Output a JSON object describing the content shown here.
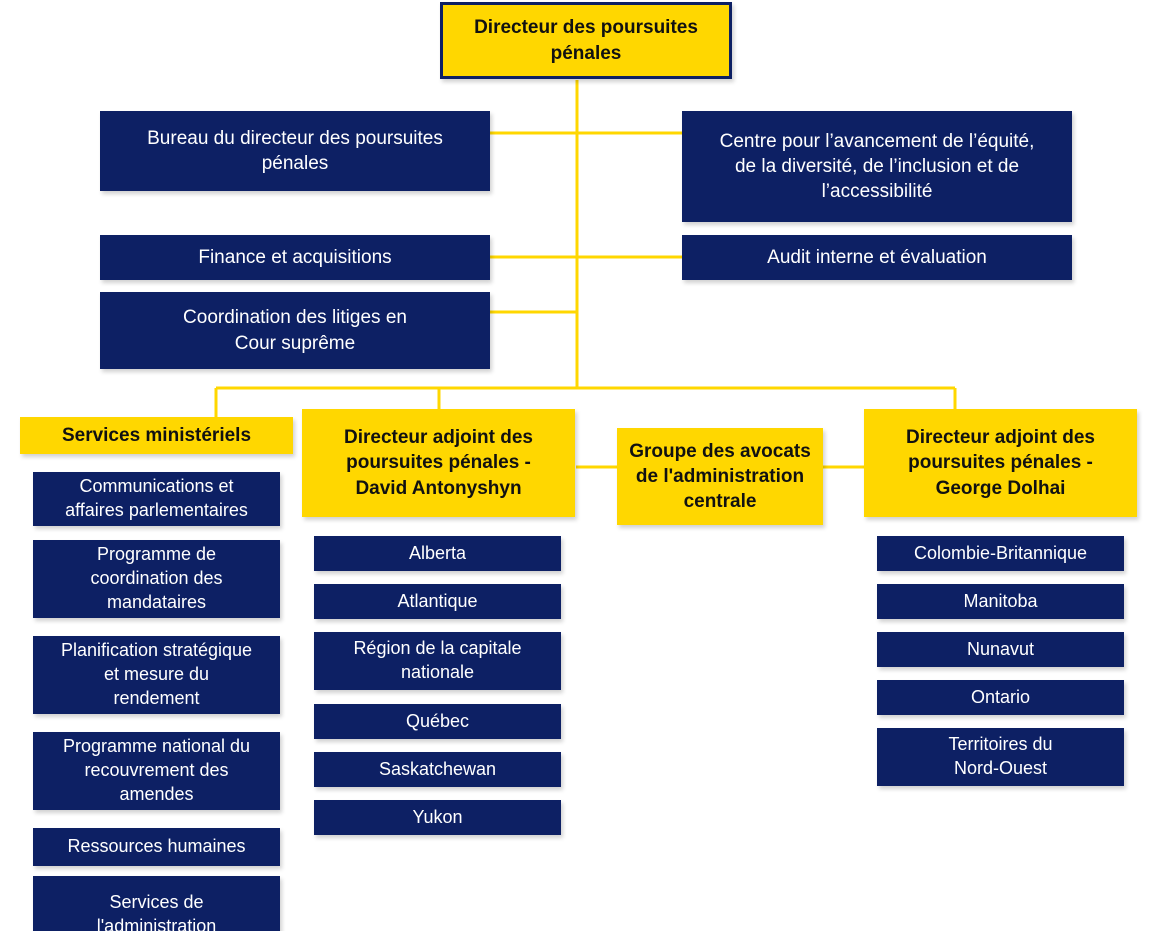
{
  "theme": {
    "navy": "#0d2064",
    "yellow": "#ffd700",
    "connector": "#ffd700",
    "navy_text": "#ffffff",
    "yellow_text": "#111111",
    "background": "#ffffff"
  },
  "chart_title": "Directeur des poursuites pénales",
  "root": {
    "label": "Directeur des poursuites\npénales"
  },
  "staff_left": [
    {
      "label": "Bureau du directeur des poursuites\npénales"
    },
    {
      "label": "Finance et acquisitions"
    },
    {
      "label": "Coordination des litiges en\nCour suprême"
    }
  ],
  "staff_right": [
    {
      "label": "Centre pour l’avancement de l’équité,\nde la diversité, de l’inclusion et de\nl’accessibilité"
    },
    {
      "label": "Audit interne et évaluation"
    }
  ],
  "branches": [
    {
      "header": "Services ministériels",
      "header_style": "yellow",
      "items": [
        "Communications et\naffaires parlementaires",
        "Programme de\ncoordination des\nmandataires",
        "Planification stratégique\net mesure du\nrendement",
        "Programme national du\nrecouvrement des\namendes",
        "Ressources humaines",
        "Services de\nl'administration"
      ]
    },
    {
      "header": "Directeur adjoint des\npoursuites pénales -\nDavid Antonyshyn",
      "header_style": "yellow",
      "items": [
        "Alberta",
        "Atlantique",
        "Région de la capitale\nnationale",
        "Québec",
        "Saskatchewan",
        "Yukon"
      ]
    },
    {
      "header": "Directeur adjoint des\npoursuites pénales -\nGeorge Dolhai",
      "header_style": "yellow",
      "items": [
        "Colombie-Britannique",
        "Manitoba",
        "Nunavut",
        "Ontario",
        "Territoires du\nNord-Ouest"
      ]
    }
  ],
  "central_group": {
    "label": "Groupe des avocats\nde l'administration\ncentrale"
  }
}
